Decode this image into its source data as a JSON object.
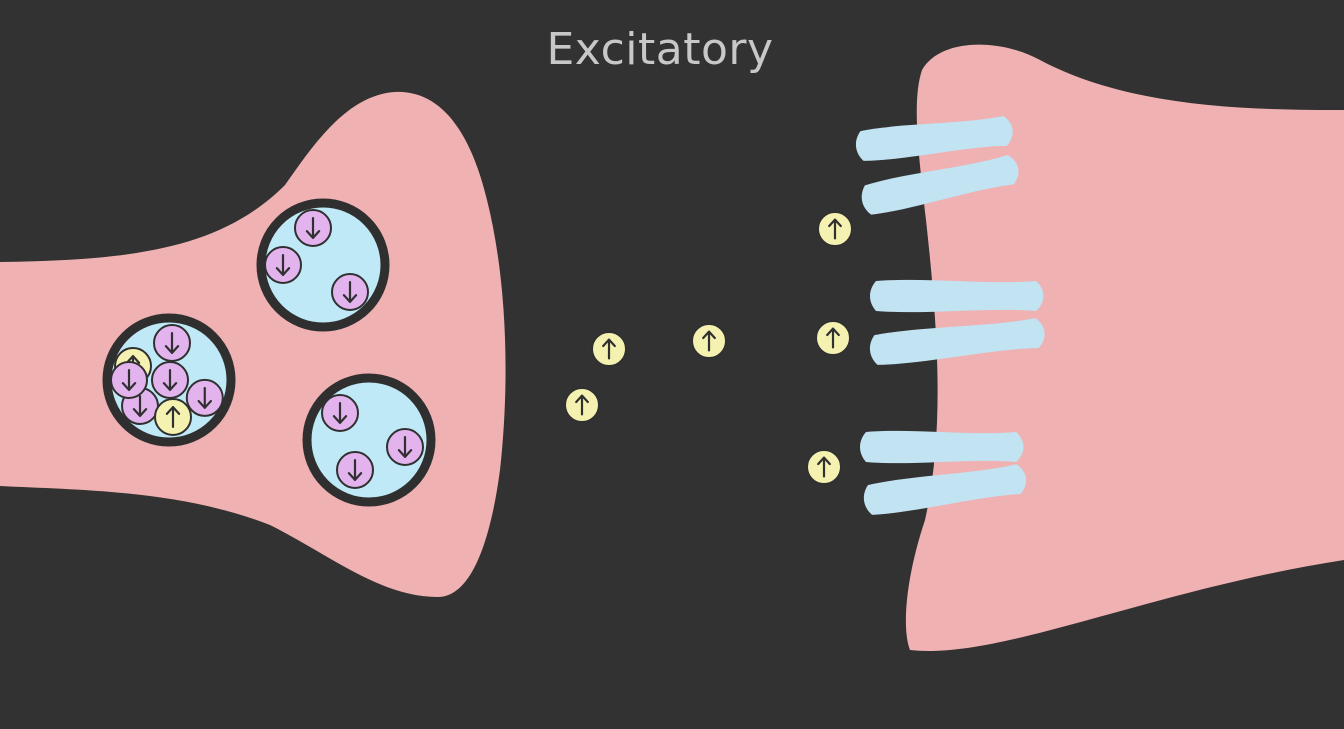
{
  "title": "Excitatory",
  "colors": {
    "background": "#333232",
    "neuron_membrane": "#f0b1b2",
    "vesicle_fill": "#bfe9f7",
    "vesicle_border": "#2f2f2f",
    "receptor": "#c1e3f2",
    "excitatory_molecule": "#f5f2b1",
    "inhibitory_molecule": "#e3b3ee",
    "arrow_stroke": "#303030",
    "title_text": "#c8c8c8"
  },
  "diagram": {
    "presynaptic_terminal": {
      "vesicles": [
        {
          "name": "vesicle-top",
          "molecules": [
            "down",
            "down",
            "down"
          ]
        },
        {
          "name": "vesicle-left",
          "molecules": [
            "up",
            "down",
            "down",
            "down",
            "down",
            "up",
            "down"
          ]
        },
        {
          "name": "vesicle-bottom",
          "molecules": [
            "down",
            "down",
            "down"
          ]
        }
      ]
    },
    "synaptic_cleft": {
      "released_molecules": [
        "up",
        "up",
        "up",
        "up",
        "up",
        "up"
      ]
    },
    "postsynaptic_membrane": {
      "receptor_pairs": 3,
      "icons": {
        "up": "arrow-up-icon",
        "down": "arrow-down-icon"
      }
    }
  }
}
